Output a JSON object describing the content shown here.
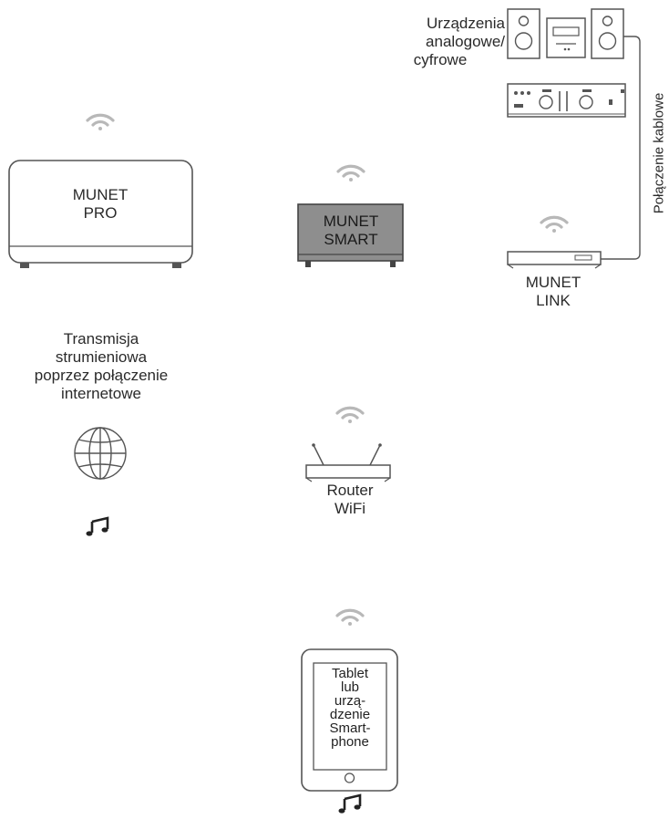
{
  "colors": {
    "stroke": "#555555",
    "wifi": "#b8b8b8",
    "smart_fill": "#8e8e8e",
    "device_fill": "#ffffff"
  },
  "devices": {
    "munet_pro": {
      "line1": "MUNET",
      "line2": "PRO"
    },
    "munet_smart": {
      "line1": "MUNET",
      "line2": "SMART"
    },
    "munet_link": {
      "line1": "MUNET",
      "line2": "LINK"
    },
    "router": {
      "line1": "Router",
      "line2": "WiFi"
    },
    "tablet": {
      "lines": [
        "Tablet",
        "lub",
        "urzą-",
        "dzenie",
        "Smart-",
        "phone"
      ]
    }
  },
  "labels": {
    "analog_devices": [
      "Urządzenia",
      "analogowe/",
      "cyfrowe"
    ],
    "cable_connection": "Połączenie kablowe",
    "streaming": [
      "Transmisja",
      "strumieniowa",
      "poprzez połączenie",
      "internetowe"
    ]
  },
  "icons": {
    "wifi": "wifi-icon",
    "globe": "globe-icon",
    "music_note": "music-note-icon",
    "speaker": "speaker-icon",
    "amplifier": "amplifier-icon"
  }
}
